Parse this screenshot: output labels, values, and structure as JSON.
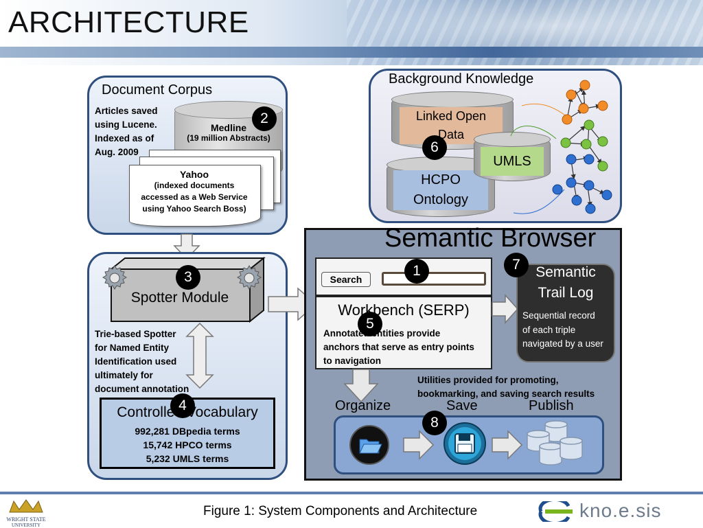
{
  "slide": {
    "title": "ARCHITECTURE",
    "caption": "Figure 1: System Components and Architecture",
    "left_logo_text": [
      "WRIGHT STATE",
      "UNIVERSITY"
    ],
    "right_logo_text": "kno.e.sis"
  },
  "document_corpus": {
    "title": "Document Corpus",
    "note": [
      "Articles saved",
      "using Lucene.",
      "Indexed as of",
      "Aug. 2009"
    ],
    "medline_title": "Medline",
    "medline_sub": "(19 million Abstracts)",
    "yahoo_title": "Yahoo",
    "yahoo_sub": [
      "(indexed documents",
      "accessed as a Web Service",
      "using Yahoo Search Boss)"
    ],
    "badge": "2"
  },
  "background_knowledge": {
    "title": "Background Knowledge",
    "lod": [
      "Linked Open",
      "Data"
    ],
    "umls": "UMLS",
    "hcpo": [
      "HCPO",
      "Ontology"
    ],
    "badge": "6"
  },
  "spotter": {
    "title": "Spotter Module",
    "badge": "3",
    "note": [
      "Trie-based Spotter",
      "for Named Entity",
      "Identification used",
      "ultimately for",
      "document annotation"
    ]
  },
  "vocabulary": {
    "title": "Controlled Vocabulary",
    "badge": "4",
    "items": [
      "992,281 DBpedia terms",
      "15,742 HPCO terms",
      "5,232 UMLS terms"
    ]
  },
  "semantic_browser": {
    "title": "Semantic Browser",
    "search_label": "Search",
    "search_badge": "1",
    "workbench_title": "Workbench (SERP)",
    "workbench_badge": "5",
    "workbench_note": [
      "Annotated entities provide",
      "anchors that serve as entry points",
      "to navigation"
    ],
    "trail_title": [
      "Semantic",
      "Trail Log"
    ],
    "trail_badge": "7",
    "trail_note": [
      "Sequential record",
      "of each triple",
      "navigated by a user"
    ],
    "utilities_note": [
      "Utilities provided for promoting,",
      "bookmarking, and saving search results"
    ],
    "organize": "Organize",
    "save": "Save",
    "publish": "Publish",
    "save_badge": "8"
  },
  "colors": {
    "orange_node": "#f28c28",
    "green_node": "#7cc242",
    "blue_node": "#2f6fd0",
    "panel_border": "#2f4f7f"
  }
}
